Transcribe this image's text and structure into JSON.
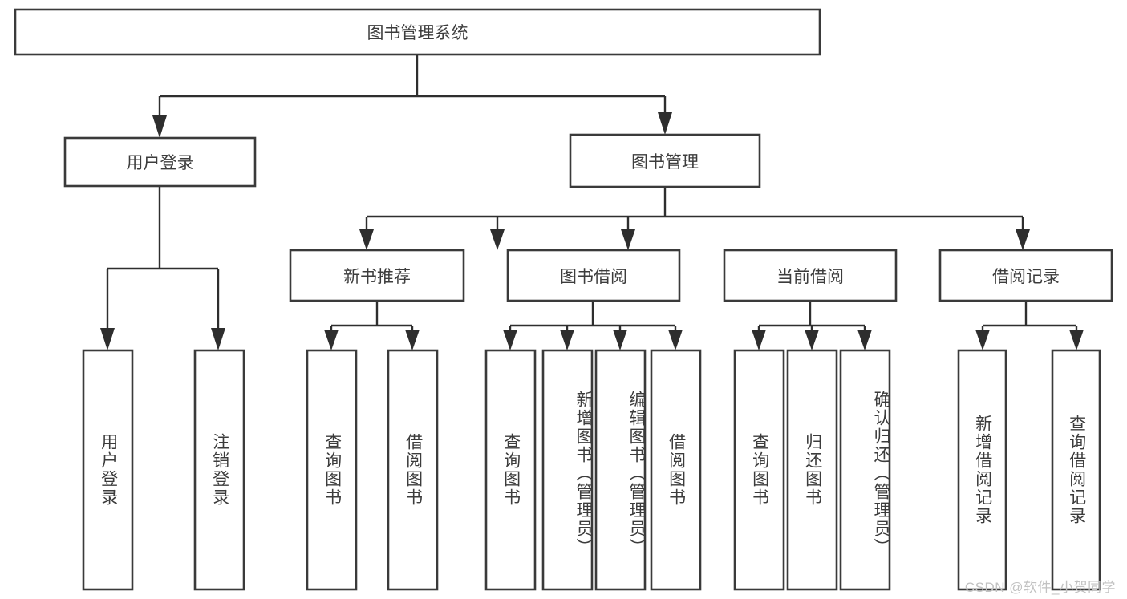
{
  "diagram": {
    "title": "图书管理系统",
    "type": "hierarchy-tree",
    "orientation": "top-down",
    "colors": {
      "box_border": "#3a3a3a",
      "box_fill": "#ffffff",
      "connector": "#2e2e2e",
      "text": "#3c3c3c",
      "background": "#ffffff",
      "watermark": "#c2c2c2"
    },
    "root": {
      "id": "root",
      "label": "图书管理系统",
      "orientation": "horizontal"
    },
    "level2": [
      {
        "id": "user-login",
        "label": "用户登录",
        "orientation": "horizontal"
      },
      {
        "id": "book-manage",
        "label": "图书管理",
        "orientation": "horizontal"
      }
    ],
    "level3": [
      {
        "id": "new-book-recommend",
        "label": "新书推荐",
        "orientation": "horizontal",
        "parent": "book-manage"
      },
      {
        "id": "book-borrow",
        "label": "图书借阅",
        "orientation": "horizontal",
        "parent": "book-manage"
      },
      {
        "id": "current-borrow",
        "label": "当前借阅",
        "orientation": "horizontal",
        "parent": "book-manage"
      },
      {
        "id": "borrow-record",
        "label": "借阅记录",
        "orientation": "horizontal",
        "parent": "book-manage"
      }
    ],
    "leaves": [
      {
        "id": "leaf-user-login",
        "label": "用户登录",
        "parent": "user-login",
        "orientation": "vertical"
      },
      {
        "id": "leaf-logout-login",
        "label": "注销登录",
        "parent": "user-login",
        "orientation": "vertical"
      },
      {
        "id": "leaf-query-book-1",
        "label": "查询图书",
        "parent": "new-book-recommend",
        "orientation": "vertical"
      },
      {
        "id": "leaf-borrow-book-1",
        "label": "借阅图书",
        "parent": "new-book-recommend",
        "orientation": "vertical"
      },
      {
        "id": "leaf-query-book-2",
        "label": "查询图书",
        "parent": "book-borrow",
        "orientation": "vertical"
      },
      {
        "id": "leaf-add-book",
        "label": "新增图书（管理员）",
        "parent": "book-borrow",
        "orientation": "vertical"
      },
      {
        "id": "leaf-edit-book",
        "label": "编辑图书（管理员）",
        "parent": "book-borrow",
        "orientation": "vertical"
      },
      {
        "id": "leaf-borrow-book-2",
        "label": "借阅图书",
        "parent": "book-borrow",
        "orientation": "vertical"
      },
      {
        "id": "leaf-query-book-3",
        "label": "查询图书",
        "parent": "current-borrow",
        "orientation": "vertical"
      },
      {
        "id": "leaf-return-book",
        "label": "归还图书",
        "parent": "current-borrow",
        "orientation": "vertical"
      },
      {
        "id": "leaf-confirm-return",
        "label": "确认归还（管理员）",
        "parent": "current-borrow",
        "orientation": "vertical"
      },
      {
        "id": "leaf-add-borrow-record",
        "label": "新增借阅记录",
        "parent": "borrow-record",
        "orientation": "vertical"
      },
      {
        "id": "leaf-query-borrow-record",
        "label": "查询借阅记录",
        "parent": "borrow-record",
        "orientation": "vertical"
      }
    ]
  },
  "watermark": {
    "text": "CSDN @软件_小贺同学"
  }
}
